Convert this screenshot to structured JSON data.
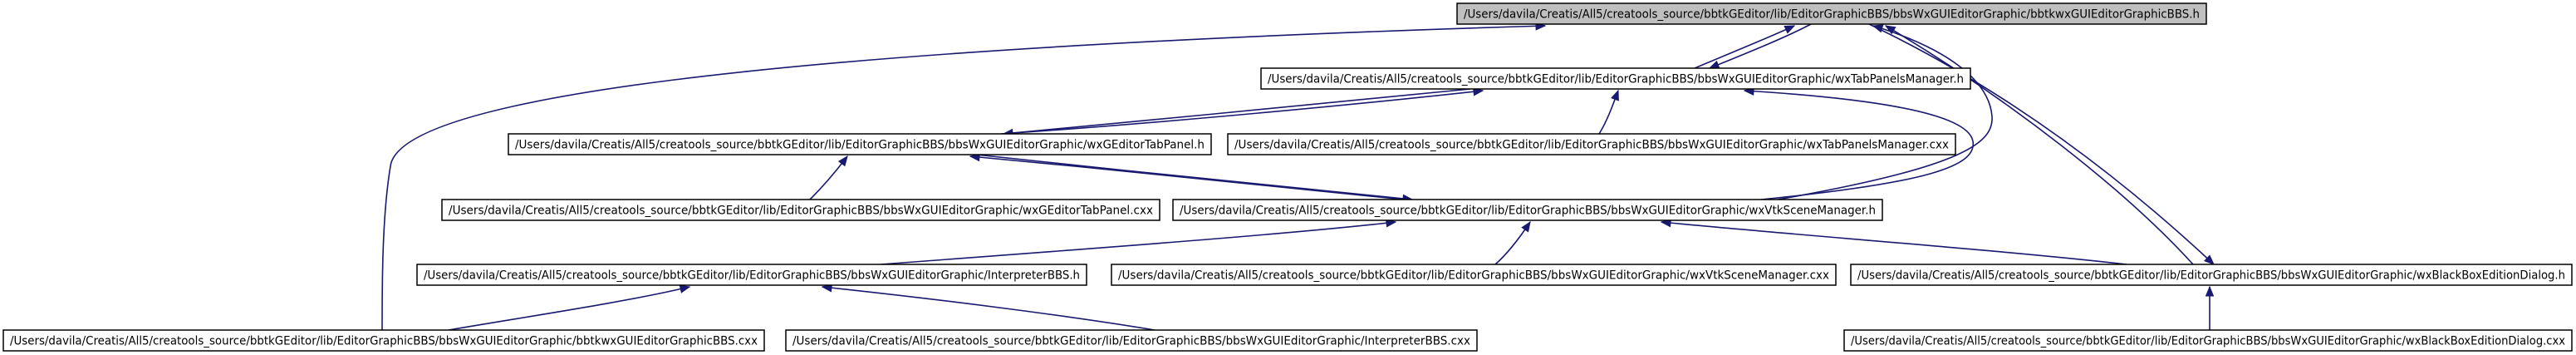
{
  "graph": {
    "nodes": [
      {
        "id": "n0",
        "label": "/Users/davila/Creatis/All5/creatools_source/bbtkGEditor/lib/EditorGraphicBBS/bbsWxGUIEditorGraphic/bbtkwxGUIEditorGraphicBBS.h",
        "highlighted": true
      },
      {
        "id": "n1",
        "label": "/Users/davila/Creatis/All5/creatools_source/bbtkGEditor/lib/EditorGraphicBBS/bbsWxGUIEditorGraphic/wxTabPanelsManager.h"
      },
      {
        "id": "n2",
        "label": "/Users/davila/Creatis/All5/creatools_source/bbtkGEditor/lib/EditorGraphicBBS/bbsWxGUIEditorGraphic/wxGEditorTabPanel.h"
      },
      {
        "id": "n3",
        "label": "/Users/davila/Creatis/All5/creatools_source/bbtkGEditor/lib/EditorGraphicBBS/bbsWxGUIEditorGraphic/wxTabPanelsManager.cxx"
      },
      {
        "id": "n4",
        "label": "/Users/davila/Creatis/All5/creatools_source/bbtkGEditor/lib/EditorGraphicBBS/bbsWxGUIEditorGraphic/wxGEditorTabPanel.cxx"
      },
      {
        "id": "n5",
        "label": "/Users/davila/Creatis/All5/creatools_source/bbtkGEditor/lib/EditorGraphicBBS/bbsWxGUIEditorGraphic/wxVtkSceneManager.h"
      },
      {
        "id": "n6",
        "label": "/Users/davila/Creatis/All5/creatools_source/bbtkGEditor/lib/EditorGraphicBBS/bbsWxGUIEditorGraphic/InterpreterBBS.h"
      },
      {
        "id": "n7",
        "label": "/Users/davila/Creatis/All5/creatools_source/bbtkGEditor/lib/EditorGraphicBBS/bbsWxGUIEditorGraphic/wxVtkSceneManager.cxx"
      },
      {
        "id": "n8",
        "label": "/Users/davila/Creatis/All5/creatools_source/bbtkGEditor/lib/EditorGraphicBBS/bbsWxGUIEditorGraphic/wxBlackBoxEditionDialog.h"
      },
      {
        "id": "n9",
        "label": "/Users/davila/Creatis/All5/creatools_source/bbtkGEditor/lib/EditorGraphicBBS/bbsWxGUIEditorGraphic/bbtkwxGUIEditorGraphicBBS.cxx"
      },
      {
        "id": "n10",
        "label": "/Users/davila/Creatis/All5/creatools_source/bbtkGEditor/lib/EditorGraphicBBS/bbsWxGUIEditorGraphic/InterpreterBBS.cxx"
      },
      {
        "id": "n11",
        "label": "/Users/davila/Creatis/All5/creatools_source/bbtkGEditor/lib/EditorGraphicBBS/bbsWxGUIEditorGraphic/wxBlackBoxEditionDialog.cxx"
      }
    ],
    "edges": [
      {
        "from": "n1",
        "to": "n0"
      },
      {
        "from": "n2",
        "to": "n1"
      },
      {
        "from": "n3",
        "to": "n1"
      },
      {
        "from": "n4",
        "to": "n2"
      },
      {
        "from": "n5",
        "to": "n2"
      },
      {
        "from": "n5",
        "to": "n0"
      },
      {
        "from": "n5",
        "to": "n1"
      },
      {
        "from": "n6",
        "to": "n5"
      },
      {
        "from": "n7",
        "to": "n5"
      },
      {
        "from": "n8",
        "to": "n5"
      },
      {
        "from": "n8",
        "to": "n0"
      },
      {
        "from": "n9",
        "to": "n6"
      },
      {
        "from": "n9",
        "to": "n0"
      },
      {
        "from": "n10",
        "to": "n6"
      },
      {
        "from": "n11",
        "to": "n8"
      },
      {
        "from": "n0",
        "to": "n1"
      },
      {
        "from": "n0",
        "to": "n8"
      },
      {
        "from": "n1",
        "to": "n2"
      },
      {
        "from": "n2",
        "to": "n5"
      }
    ],
    "colors": {
      "edge": "#191970",
      "root_fill": "#bfbfbf",
      "node_fill": "#ffffff",
      "border": "#000000"
    }
  }
}
